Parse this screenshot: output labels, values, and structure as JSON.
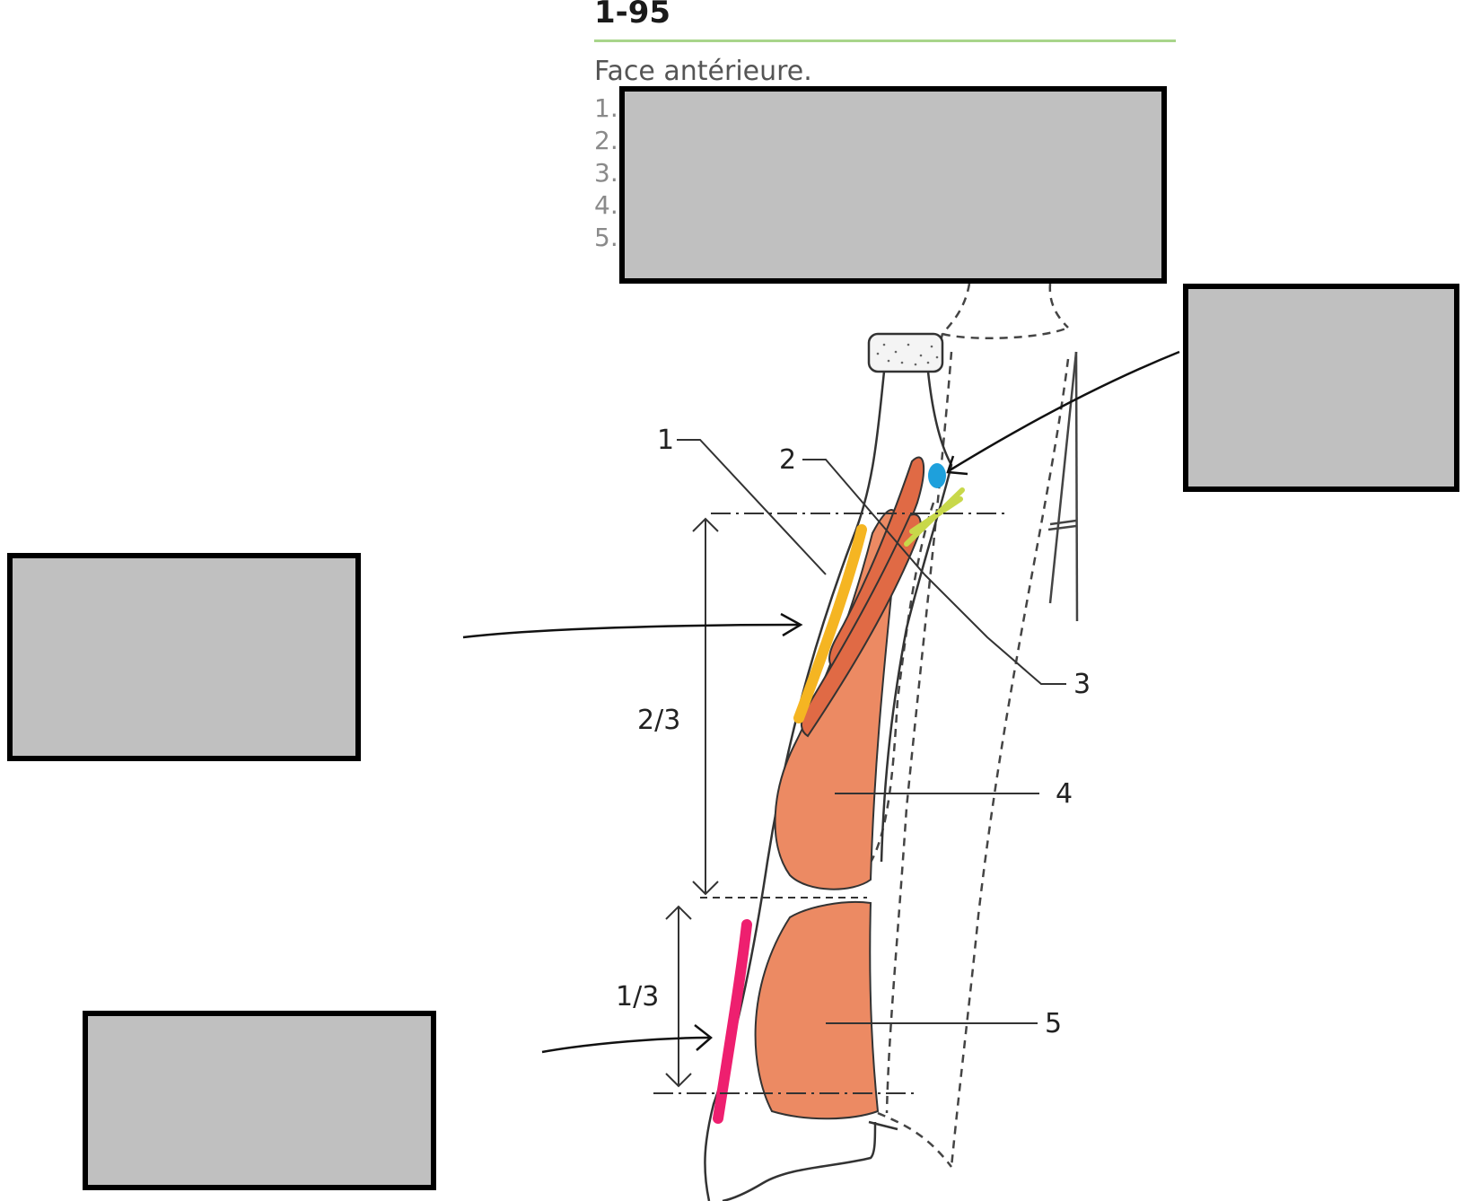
{
  "figure": {
    "number": "1-95",
    "caption": "Face antérieure.",
    "legend_numbers": [
      "1.",
      "2.",
      "3.",
      "4.",
      "5."
    ]
  },
  "diagram": {
    "labels": [
      "1",
      "2",
      "3",
      "4",
      "5",
      "2/3",
      "1/3"
    ]
  },
  "colors": {
    "muscle": "#ec8a63",
    "muscle_dark": "#d45a36",
    "yellow_marker": "#f5b522",
    "pink_marker": "#ee1f6f",
    "blue_marker": "#1ea0dc",
    "green_marker": "#c8d84a",
    "mask_fill": "#c0c0c0",
    "rule": "#a8d58a"
  }
}
